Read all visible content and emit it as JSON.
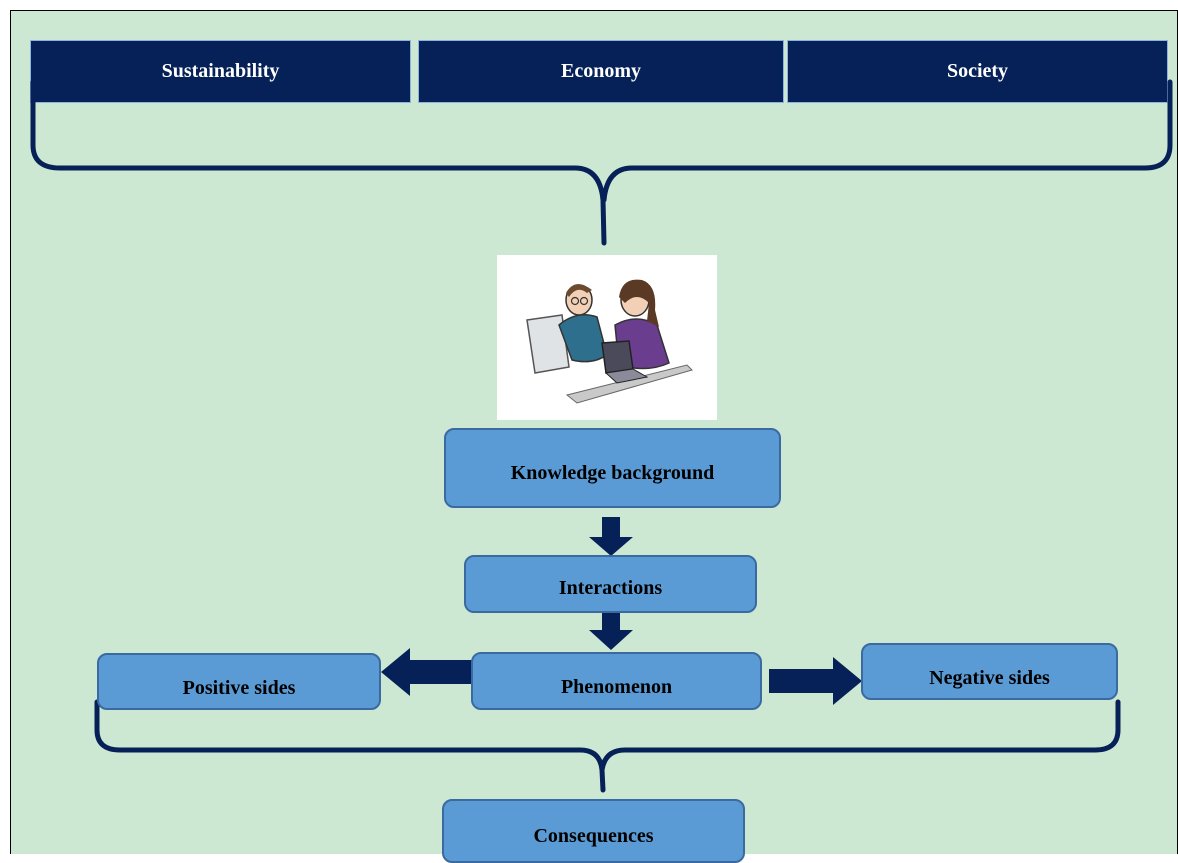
{
  "header": {
    "cells": [
      "Sustainability",
      "Economy",
      "Society"
    ],
    "fill_color": "#062157",
    "text_color": "#ffffff"
  },
  "illustration": {
    "icon": "two-people-working-on-laptop-icon"
  },
  "flow": {
    "knowledge": "Knowledge background",
    "interactions": "Interactions",
    "phenomenon": "Phenomenon",
    "positive": "Positive sides",
    "negative": "Negative sides",
    "consequences": "Consequences"
  },
  "colors": {
    "background": "#cde8d2",
    "box_fill": "#5b9bd5",
    "box_border": "#3b6aa0",
    "arrow": "#062157"
  }
}
